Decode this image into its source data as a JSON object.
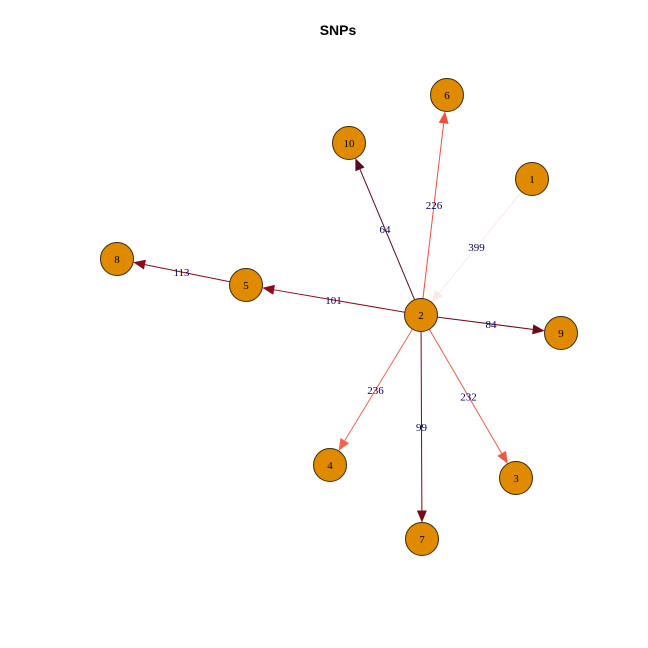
{
  "title": "SNPs",
  "colors": {
    "node_fill": "#e08a00",
    "node_stroke": "#3a2a10",
    "edge_label": "#00005a"
  },
  "nodes": [
    {
      "id": "1",
      "label": "1"
    },
    {
      "id": "2",
      "label": "2"
    },
    {
      "id": "3",
      "label": "3"
    },
    {
      "id": "4",
      "label": "4"
    },
    {
      "id": "5",
      "label": "5"
    },
    {
      "id": "6",
      "label": "6"
    },
    {
      "id": "7",
      "label": "7"
    },
    {
      "id": "8",
      "label": "8"
    },
    {
      "id": "9",
      "label": "9"
    },
    {
      "id": "10",
      "label": "10"
    }
  ],
  "edges": [
    {
      "from": "1",
      "to": "2",
      "label": "399",
      "color": "#fde8e8"
    },
    {
      "from": "2",
      "to": "6",
      "label": "226",
      "color": "#f0503c"
    },
    {
      "from": "2",
      "to": "10",
      "label": "64",
      "color": "#5a0a1e"
    },
    {
      "from": "2",
      "to": "5",
      "label": "101",
      "color": "#8c0a1e"
    },
    {
      "from": "5",
      "to": "8",
      "label": "113",
      "color": "#8c0a1e"
    },
    {
      "from": "2",
      "to": "9",
      "label": "84",
      "color": "#6e0a14"
    },
    {
      "from": "2",
      "to": "4",
      "label": "236",
      "color": "#f06450"
    },
    {
      "from": "2",
      "to": "7",
      "label": "99",
      "color": "#7a0a14"
    },
    {
      "from": "2",
      "to": "3",
      "label": "232",
      "color": "#f05a46"
    }
  ]
}
